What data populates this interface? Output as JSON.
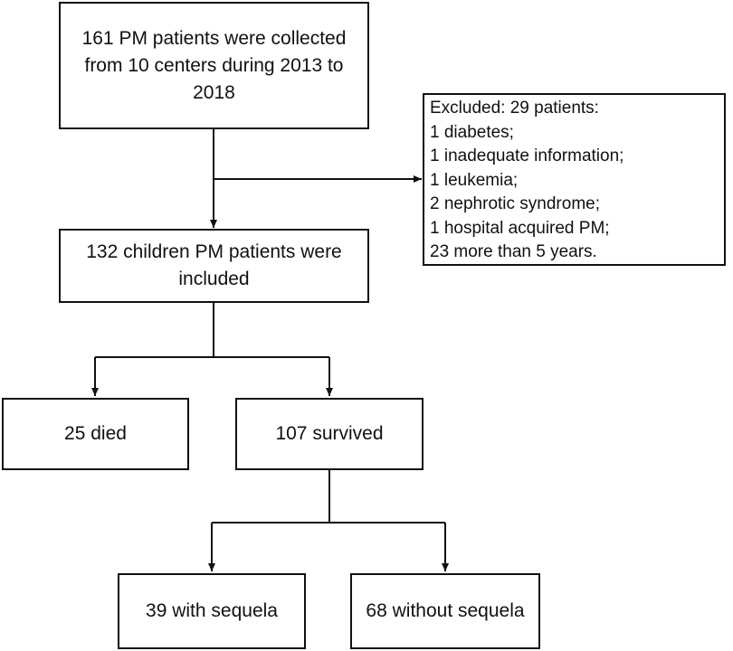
{
  "boxes": {
    "start": {
      "lines": [
        "161 PM patients were collected",
        "from 10 centers during 2013 to",
        "2018"
      ]
    },
    "excluded": {
      "lines": [
        "Excluded: 29 patients:",
        "1 diabetes;",
        "1 inadequate information;",
        "1 leukemia;",
        "2 nephrotic syndrome;",
        "1 hospital acquired PM;",
        "23 more than 5 years."
      ]
    },
    "included": {
      "lines": [
        "132 children PM patients were",
        "included"
      ]
    },
    "died": {
      "label": "25 died"
    },
    "survived": {
      "label": "107 survived"
    },
    "with_sequela": {
      "label": "39 with sequela"
    },
    "without_sequela": {
      "label": "68 without sequela"
    }
  },
  "colors": {
    "stroke": "#111111",
    "background": "#ffffff"
  }
}
